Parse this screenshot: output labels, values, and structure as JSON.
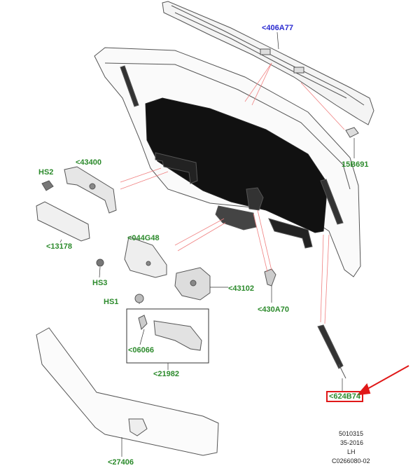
{
  "callouts": {
    "c406A77": "<406A77",
    "c15B691": "15B691",
    "cHS2": "HS2",
    "c43400": "<43400",
    "c13178": "<13178",
    "c044G48": "<044G48",
    "cHS3": "HS3",
    "c43102": "<43102",
    "c430A70": "<430A70",
    "cHS1": "HS1",
    "c06066": "<06066",
    "c21982": "<21982",
    "c27406": "<27406",
    "c624B74": "<624B74"
  },
  "meta": {
    "line1": "5010315",
    "line2": "35-2016",
    "line3": "LH",
    "line4": "C0266080-02"
  },
  "colors": {
    "label_green": "#2b8a2b",
    "label_blue": "#2a2ad0",
    "highlight_red": "#e01818",
    "leader_red": "#f08080"
  },
  "highlighted_part": "<624B74"
}
